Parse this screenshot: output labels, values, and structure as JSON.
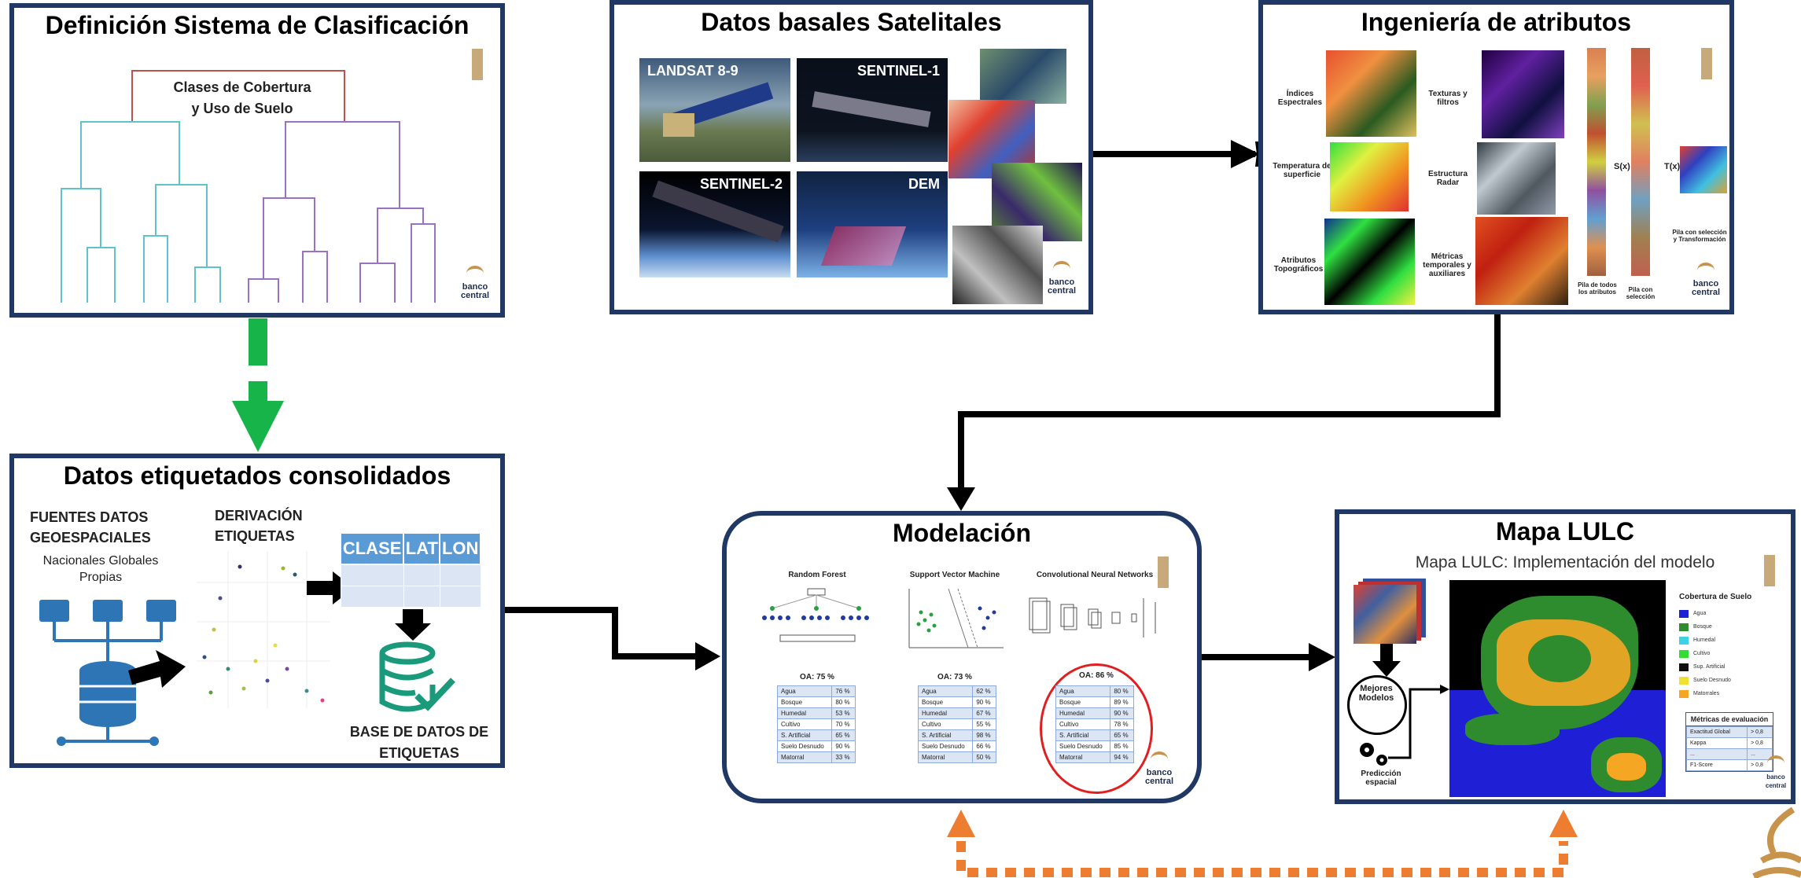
{
  "colors": {
    "panel_border": "#1f3864",
    "green_arrow": "#17b44a",
    "orange_arrow": "#ed7d31",
    "black_arrow": "#000000"
  },
  "panels": {
    "clasificacion": {
      "title": "Definición Sistema de Clasificación",
      "root_label": "Clases de Cobertura y Uso de Suelo"
    },
    "satelitales": {
      "title": "Datos basales Satelitales",
      "sensors": [
        "LANDSAT 8-9",
        "SENTINEL-1",
        "SENTINEL-2",
        "DEM"
      ]
    },
    "ingenieria": {
      "title": "Ingeniería de atributos",
      "labels_left": [
        "Índices Espectrales",
        "Temperatura de superficie",
        "Atributos Topográficos"
      ],
      "labels_right": [
        "Texturas y filtros",
        "Estructura Radar",
        "Métricas temporales y auxiliares"
      ],
      "stack_labels": [
        "Pila de todos los atributos",
        "Pila con selección",
        "Pila con selección y Transformación"
      ],
      "fn_labels": [
        "S(x)",
        "T(x)"
      ]
    },
    "etiquetados": {
      "title": "Datos etiquetados consolidados",
      "fuentes": "FUENTES DATOS GEOESPACIALES",
      "fuentes_sub": "Nacionales  Globales Propias",
      "derivacion": "DERIVACIÓN ETIQUETAS",
      "table_headers": [
        "CLASE",
        "LAT",
        "LON"
      ],
      "base": "BASE DE DATOS DE ETIQUETAS"
    },
    "modelacion": {
      "title": "Modelación",
      "models": [
        {
          "name": "Random Forest",
          "oa": "OA: 75 %",
          "rows": [
            [
              "Agua",
              "76 %"
            ],
            [
              "Bosque",
              "80 %"
            ],
            [
              "Humedal",
              "53 %"
            ],
            [
              "Cultivo",
              "70 %"
            ],
            [
              "S. Artificial",
              "65 %"
            ],
            [
              "Suelo Desnudo",
              "90 %"
            ],
            [
              "Matorral",
              "33 %"
            ]
          ]
        },
        {
          "name": "Support Vector Machine",
          "oa": "OA: 73 %",
          "rows": [
            [
              "Agua",
              "62 %"
            ],
            [
              "Bosque",
              "90 %"
            ],
            [
              "Humedal",
              "67 %"
            ],
            [
              "Cultivo",
              "55 %"
            ],
            [
              "S. Artificial",
              "98 %"
            ],
            [
              "Suelo Desnudo",
              "66 %"
            ],
            [
              "Matorral",
              "50 %"
            ]
          ]
        },
        {
          "name": "Convolutional Neural Networks",
          "oa": "OA: 86 %",
          "rows": [
            [
              "Agua",
              "80 %"
            ],
            [
              "Bosque",
              "89 %"
            ],
            [
              "Humedal",
              "90 %"
            ],
            [
              "Cultivo",
              "78 %"
            ],
            [
              "S. Artificial",
              "65 %"
            ],
            [
              "Suelo Desnudo",
              "85 %"
            ],
            [
              "Matorral",
              "94 %"
            ]
          ]
        }
      ]
    },
    "mapa": {
      "title": "Mapa LULC",
      "subtitle": "Mapa LULC: Implementación del modelo",
      "mejores": "Mejores Modelos",
      "prediccion": "Predicción espacial",
      "legend_title": "Cobertura de Suelo",
      "legend": [
        {
          "label": "Agua",
          "color": "#1f1fd6"
        },
        {
          "label": "Bosque",
          "color": "#2e8b2e"
        },
        {
          "label": "Humedal",
          "color": "#3fd1e6"
        },
        {
          "label": "Cultivo",
          "color": "#33dd33"
        },
        {
          "label": "Sup. Artificial",
          "color": "#111111"
        },
        {
          "label": "Suelo Desnudo",
          "color": "#f0e030"
        },
        {
          "label": "Matorrales",
          "color": "#f5a623"
        }
      ],
      "metrics_title": "Métricas de evaluación",
      "metrics": [
        [
          "Exactitud Global",
          "> 0,8"
        ],
        [
          "Kappa",
          "> 0,8"
        ],
        [
          "...",
          "..."
        ],
        [
          "F1-Score",
          "> 0,8"
        ]
      ]
    }
  },
  "logo_text": "banco central"
}
